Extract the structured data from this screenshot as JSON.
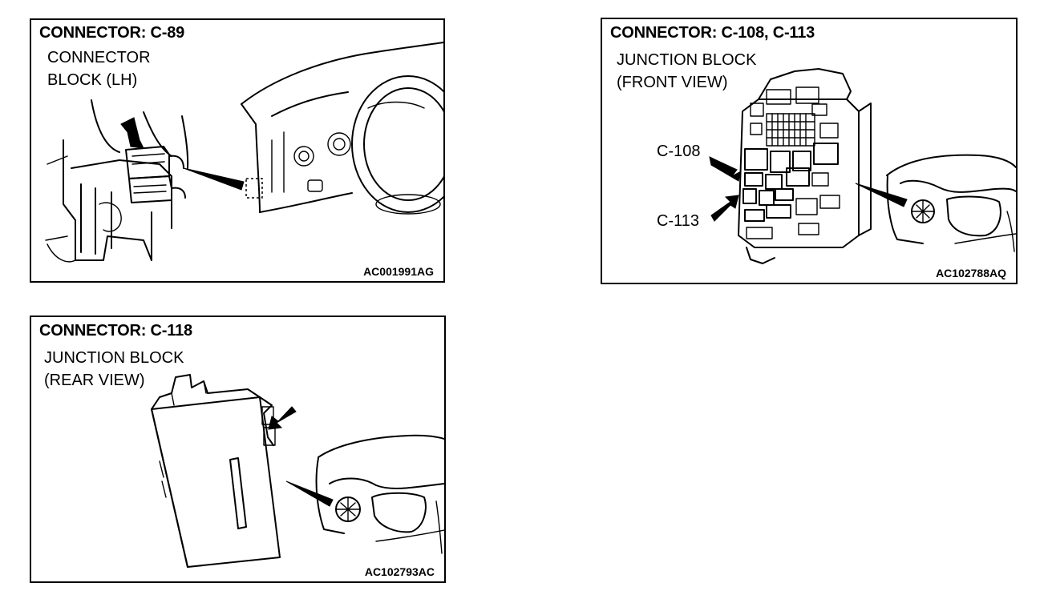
{
  "panels": [
    {
      "title": "CONNECTOR: C-89",
      "subtitle_lines": [
        "CONNECTOR",
        "BLOCK (LH)"
      ],
      "figure_code": "AC001991AG"
    },
    {
      "title": "CONNECTOR: C-108, C-113",
      "subtitle_lines": [
        "JUNCTION BLOCK",
        "(FRONT VIEW)"
      ],
      "callouts": [
        "C-108",
        "C-113"
      ],
      "figure_code": "AC102788AQ"
    },
    {
      "title": "CONNECTOR: C-118",
      "subtitle_lines": [
        "JUNCTION BLOCK",
        "(REAR VIEW)"
      ],
      "figure_code": "AC102793AC"
    }
  ]
}
